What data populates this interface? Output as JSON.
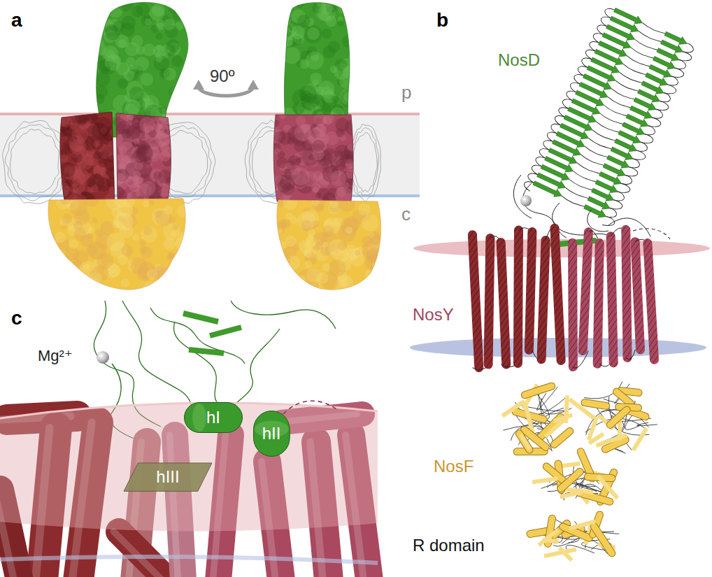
{
  "diagram": {
    "nodes": [
      {
        "text": [
          "hI"
        ]
      },
      {
        "text": [
          "hII"
        ]
      },
      {
        "text": [
          "hIII"
        ]
      }
    ],
    "labels": [
      "a",
      "90º",
      "p",
      "c",
      "b",
      "NosD",
      "NosY",
      "NosF",
      "R domain",
      "c",
      "Mg²⁺"
    ]
  }
}
